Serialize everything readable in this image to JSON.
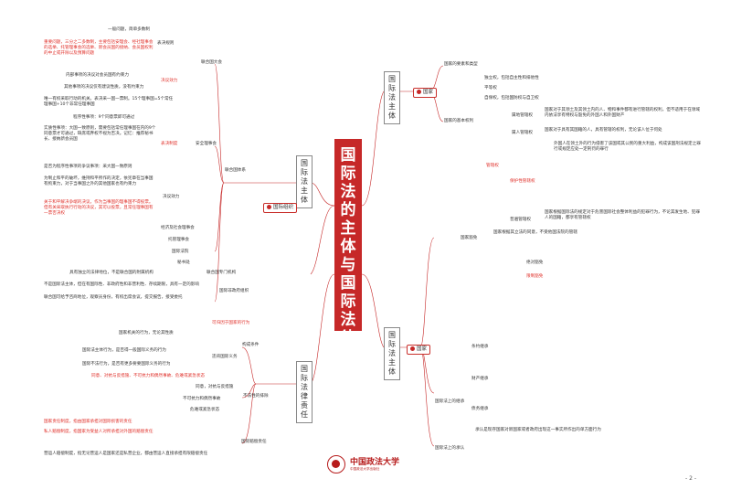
{
  "center_title": "国际法的主体与国际法律责任",
  "branches": {
    "intl_law_subject": "国际法主体",
    "intl_org_subject": "国际法主体",
    "intl_legal_liability": "国际法律责任",
    "state_subject": "国际法主体"
  },
  "nodes": {
    "state": "国家",
    "intl_org": "国际组织"
  },
  "un_section": {
    "general_assembly": "联合国大会",
    "voting_rules": "表决规则",
    "majority_simple": "一般问题，简单多数制",
    "majority_important": "重要问题，三分之二多数制，主要包括安理会、经社理事会的选举、托管理事会的选举、新会员国的接纳、会员国权利的中止或开除以及预算问题",
    "resolution_effect": "决议效力",
    "internal_matters": "内部事项的决议对会员国有约束力",
    "other_matters": "其他事项的决议仅有建议性质，没有约束力",
    "security_council": "安全理事会",
    "veto_right": "唯一有权采取行动的机关。表决采一国一票制。15个理事国=5个常任理事国+10个非常任理事国",
    "voting_system": "表决制度",
    "procedural": "程序性事项：9个同意票即可通过",
    "substantive": "实质性事项：大国一致原则，需要包括常任理事国在内的9个同意票才可通过，缺席或弃权不视为否决。记忆：推荐秘书长、接纳新会员国",
    "dual_veto": "是否为程序性事项的争议事项：采大国一致原则",
    "resolution_effect_sc": "决议效力",
    "sc_effect_text": "为制止和平的破坏，维持和平所作的决定，依宪章在当事国有拘束力，对于当事国之外的其他国家也有约束力",
    "sc_note": "关于和平解决争端的决议，作为当事国的理事国不得投票。但有关采取执行行动的决议，其可以投票，且常任理事国有一票否决权",
    "un_organs": "联合国体系",
    "econ_social": "经济及社会理事会",
    "trusteeship": "托管理事会",
    "icj": "国际法院",
    "secretariat": "秘书处",
    "specialized": "具有独立的法律地位，不是联合国的附属机构",
    "specialized_agencies": "联合国专门机构",
    "ngo": "国际非政府组织",
    "ngo_text": "不是国际法主体，但在有国际性、非政府性和非营利性、存续期限，具有一定的影响",
    "ngo_role": "联合国可给予咨商地位，观察员身份，有权出席会议，提交报告，接受委托"
  },
  "liability_section": {
    "elements": "构成条件",
    "attributable": "可归因于国家的行为",
    "state_organs": "国家机关的行为，无论其性质",
    "individuals": "国际法主体行为，是否得一般国际义务的行为",
    "breach": "违背国际义务",
    "breach_note": "国际不法行为，是否有更多要要国际义务的行为",
    "precluding": "不法性的排除",
    "precluding_list": "同意、对抗与反措施、不可抗力和偶然事故、危难或紧急状态",
    "consent": "同意，对抗与反措施",
    "force_majeure": "不可抗力和偶然事故",
    "distress": "危难或紧急状态",
    "responsibility_forms": "国际赔偿责任",
    "responsibility_text": "国家责任制度，指由国家承担对国际损害的责任",
    "compensation": "私人赔偿制度，指国家为受益人对所承担对外国的赔偿责任",
    "loss_note": "营运人赔偿制度，指无论营运人是国家还是私营企业，都由营运人直接承担有限赔偿责任"
  },
  "state_section": {
    "elements_of_state": "国家的要素和类型",
    "basic_rights": "国家的基本权利",
    "independence": "独立权，包括自主性和排他性",
    "equality": "平等权",
    "self_defense": "自保权，包括国防权与自卫权",
    "jurisdiction": "管辖权",
    "territorial": "属地管辖权",
    "territorial_text": "国家对于其领土及其领土内的人、物和事件都有进行管辖的权利，但不适用于在领域内依法享有特权与豁免的外国人和外国财产",
    "personal": "属人管辖权",
    "personal_text": "国家对于具有其国籍的人，具有管辖的权利，无论该人位于何处",
    "protective": "保护性管辖权",
    "protective_text": "外国人在领土外的行为侵害了该国或其公民的重大利益，构成该国刑法规定之罪行或规定应处一定刑罚的罪行",
    "universal": "普遍管辖权",
    "universal_text": "国家根据国际法的规定对于危害国际社会整体利益的犯罪行为，不论其发生地、犯罪人的国籍，都享有管辖权",
    "immunity": "国家豁免",
    "immunity_text": "国家根据其立法的同意，不受他国法院的管辖",
    "absolute_immunity": "绝对豁免",
    "restrictive_immunity": "限制豁免",
    "recognition": "国际法上的承认",
    "recognition_text": "承认是现存国家对新国家或者政府出现这一事实所作出的单方面行为",
    "succession": "国际法上的继承",
    "treaty_succession": "条约继承",
    "property_succession": "财产继承",
    "debt_succession": "债务继承"
  },
  "footer": {
    "university_name": "中国政法大学",
    "university_sub": "中国政法大学出版社",
    "page_number": "- 2 -"
  }
}
